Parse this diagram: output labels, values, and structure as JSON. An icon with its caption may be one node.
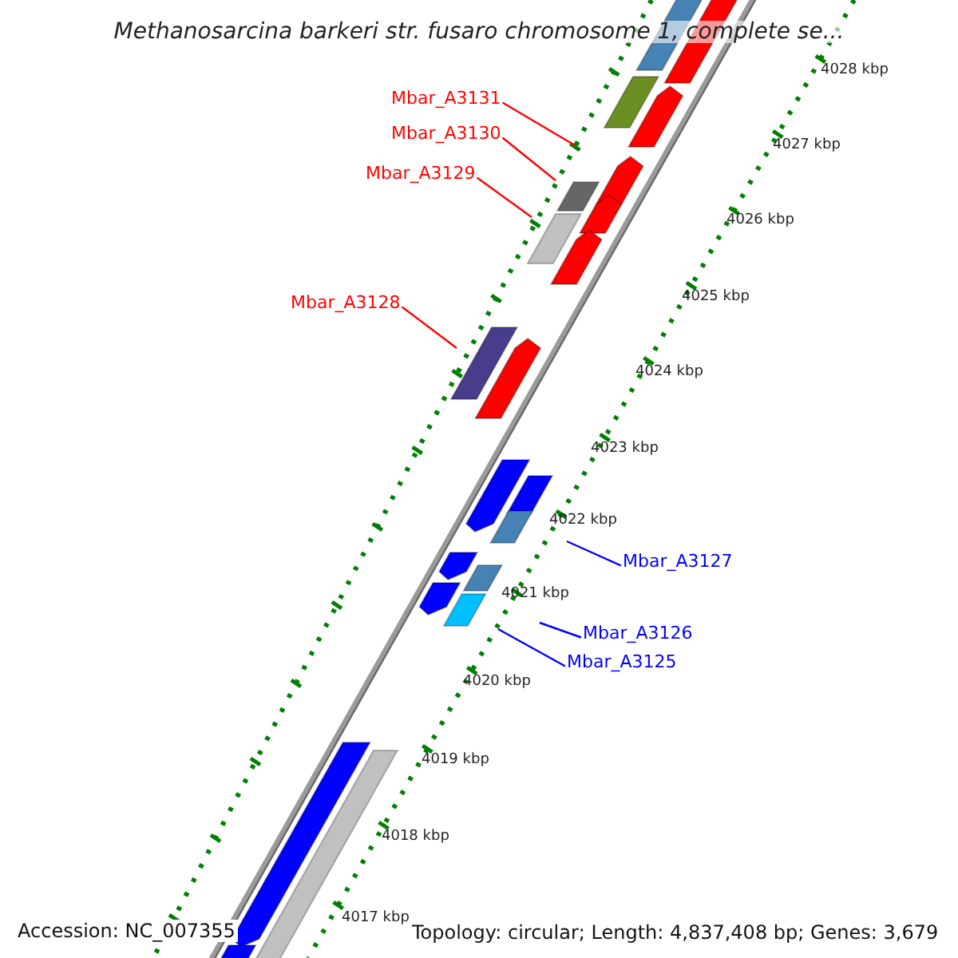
{
  "diagram": {
    "title": "Methanosarcina barkeri str. fusaro chromosome 1, complete se...",
    "nodes": [
      {
        "text": [
          "Mbar_A3131"
        ]
      },
      {
        "text": [
          "Mbar_A3130"
        ]
      },
      {
        "text": [
          "Mbar_A3129"
        ]
      },
      {
        "text": [
          "Mbar_A3128"
        ]
      },
      {
        "text": [
          "Mbar_A3127"
        ]
      },
      {
        "text": [
          "Mbar_A3126"
        ]
      },
      {
        "text": [
          "Mbar_A3125"
        ]
      }
    ],
    "edges": [
      {
        "from": 0,
        "to": null,
        "arrow": "none"
      },
      {
        "from": 1,
        "to": null,
        "arrow": "none"
      },
      {
        "from": 2,
        "to": null,
        "arrow": "none"
      },
      {
        "from": 3,
        "to": null,
        "arrow": "none"
      },
      {
        "from": 4,
        "to": null,
        "arrow": "none",
        "color": "#0000ff"
      },
      {
        "from": 5,
        "to": null,
        "arrow": "none",
        "color": "#0000ff"
      },
      {
        "from": 6,
        "to": null,
        "arrow": "none",
        "color": "#0000ff"
      }
    ],
    "labels": [
      "4028 kbp",
      "4027 kbp",
      "4026 kbp",
      "4025 kbp",
      "4024 kbp",
      "4023 kbp",
      "4022 kbp",
      "4021 kbp",
      "4020 kbp",
      "4019 kbp",
      "4018 kbp",
      "4017 kbp",
      "Accession: NC_007355",
      "Topology: circular; Length: 4,837,408 bp; Genes: 3,679"
    ]
  }
}
